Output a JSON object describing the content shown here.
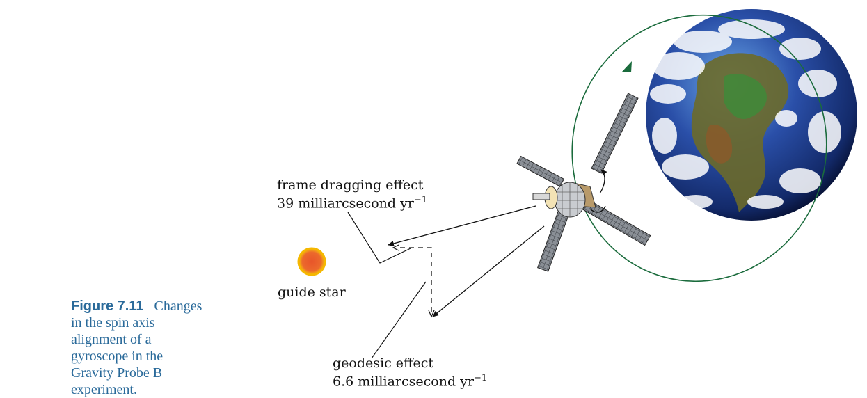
{
  "caption": {
    "figure_number": "Figure 7.11",
    "text": "Changes in the spin axis alignment of a gyroscope in the Gravity Probe B experiment."
  },
  "labels": {
    "frame_dragging_title": "frame dragging effect",
    "frame_dragging_value": "39 milliarcsecond yr",
    "frame_dragging_exp": "−1",
    "guide_star": "guide star",
    "geodesic_title": "geodesic effect",
    "geodesic_value": "6.6 milliarcsecond yr",
    "geodesic_exp": "−1"
  },
  "colors": {
    "orbit": "#1a6b3c",
    "guide_star_core": "#e8552a",
    "guide_star_ring": "#f5b800",
    "earth_ocean": "#2a4fa8",
    "caption_blue": "#2a6a9a"
  },
  "icons": [
    "earth-globe",
    "satellite",
    "guide-star"
  ]
}
